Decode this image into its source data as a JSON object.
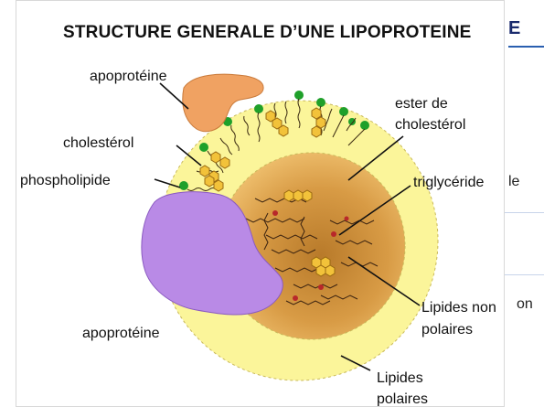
{
  "title": "STRUCTURE GENERALE D’UNE LIPOPROTEINE",
  "background_fragments": {
    "title_tail": "E",
    "frag_le": "le",
    "frag_on": "on"
  },
  "labels": {
    "apoproteine_top": "apoprotéine",
    "ester_line1": "ester de",
    "ester_line2": "cholestérol",
    "cholesterol": "cholestérol",
    "triglyceride": "triglycéride",
    "phospholipide": "phospholipide",
    "lipides_non_line1": "Lipides non",
    "lipides_non_line2": "polaires",
    "apoproteine_bottom": "apoprotéine",
    "lipides_pol_line1": "Lipides",
    "lipides_pol_line2": "polaires"
  },
  "colors": {
    "outer_shell": "#fbf59a",
    "core": "#d9a24a",
    "apoprotein_top": "#f0a262",
    "apoprotein_bottom": "#b98ae6",
    "phospholipid_head": "#1fa02a",
    "cholesterol_ring": "#f2c23a",
    "triglyceride_dot": "#b8282a"
  }
}
